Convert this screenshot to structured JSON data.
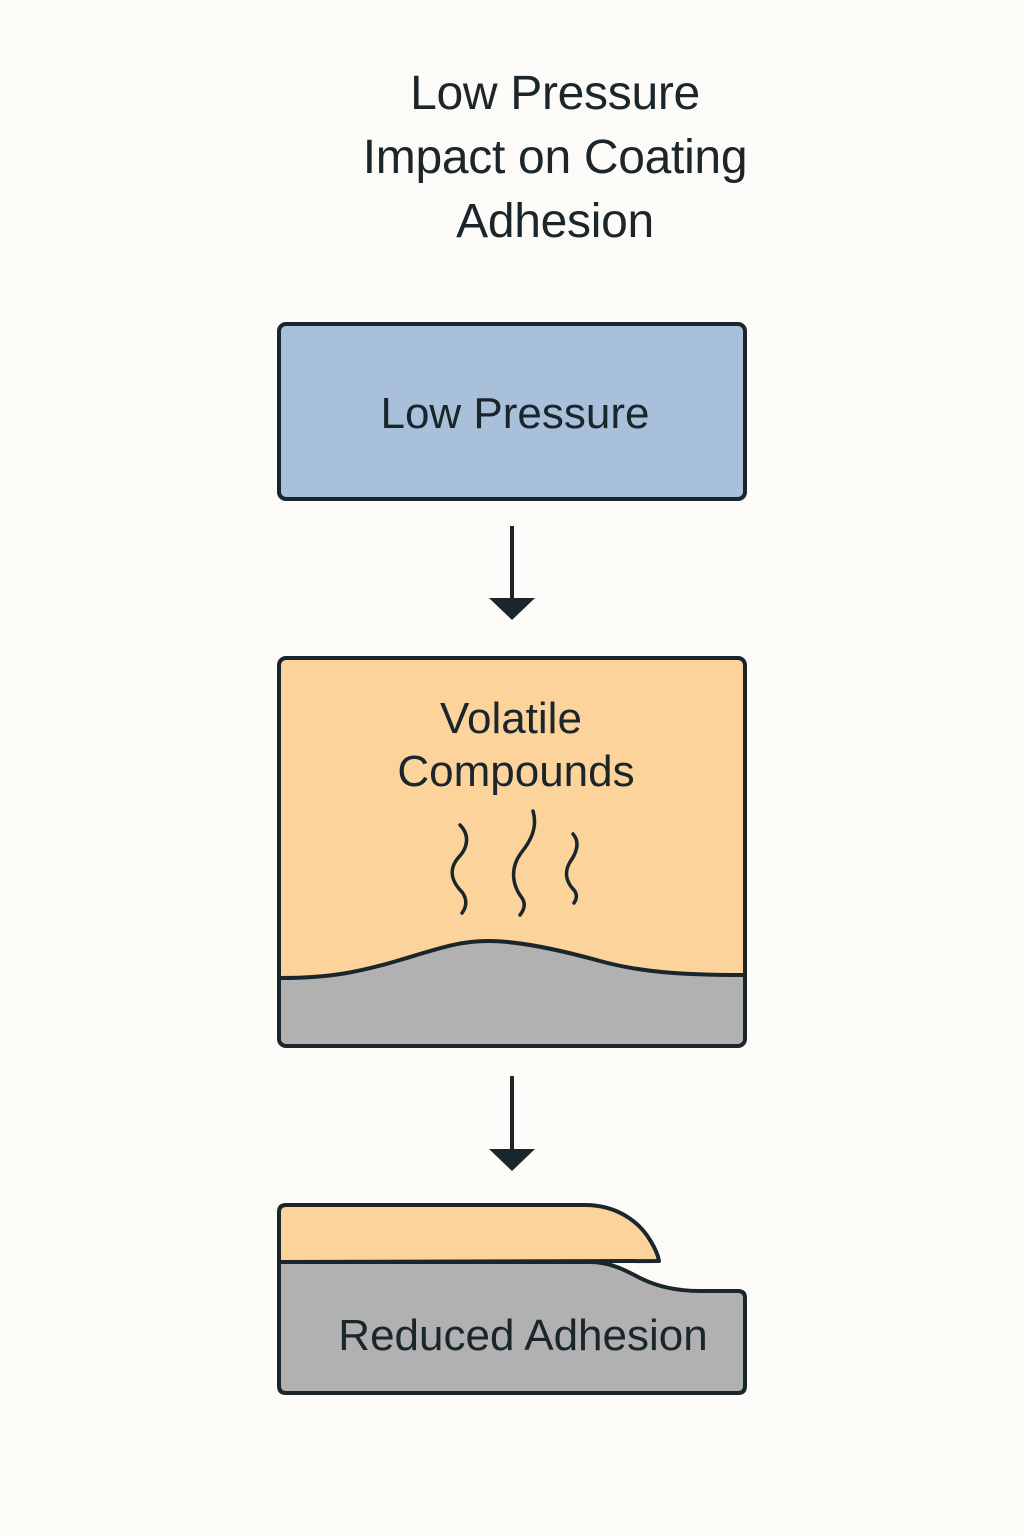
{
  "title": {
    "lines": [
      "Low Pressure",
      "Impact on Coating",
      "Adhesion"
    ]
  },
  "nodes": [
    {
      "id": "low-pressure",
      "label_lines": [
        "Low Pressure"
      ],
      "fill": "#a9c0db"
    },
    {
      "id": "volatile-compounds",
      "label_lines": [
        "Volatile",
        "Compounds"
      ],
      "fill": "#fbd39b",
      "substrate_fill": "#b1b1b1"
    },
    {
      "id": "reduced-adhesion",
      "label_lines": [
        "Reduced Adhesion"
      ],
      "coating_fill": "#fbd39b",
      "substrate_fill": "#b1b1b1"
    }
  ],
  "edges": [
    {
      "from": "low-pressure",
      "to": "volatile-compounds"
    },
    {
      "from": "volatile-compounds",
      "to": "reduced-adhesion"
    }
  ],
  "icons": {
    "flow_arrow": "arrow-down-icon",
    "vapor": "vapor-wave-icon"
  },
  "colors": {
    "stroke": "#1b262c",
    "background": "#fcfbf7"
  }
}
